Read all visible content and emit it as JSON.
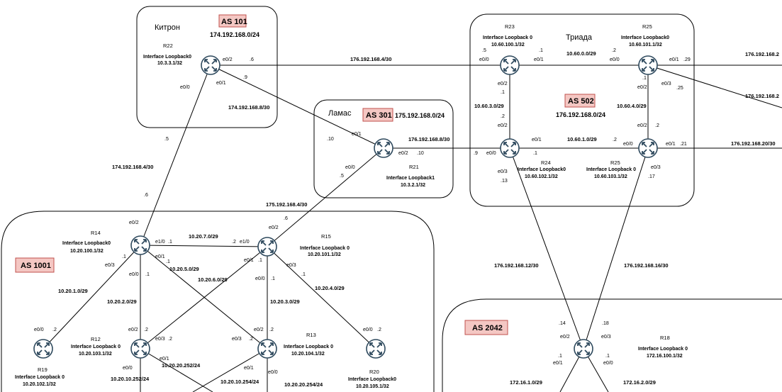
{
  "groups": {
    "kitron": {
      "name": "Китрон",
      "as": "AS 101",
      "net": "174.192.168.0/24"
    },
    "lamas": {
      "name": "Ламас",
      "as": "AS 301",
      "net": "175.192.168.0/24"
    },
    "triada": {
      "name": "Триада",
      "as": "AS 502",
      "net": "176.192.168.0/24"
    },
    "as1001": {
      "as": "AS 1001"
    },
    "as2042": {
      "as": "AS 2042"
    }
  },
  "routers": {
    "r22": {
      "name": "R22",
      "lo1": "Interface Loopback0",
      "lo2": "10.3.3.1/32"
    },
    "r21": {
      "name": "R21",
      "lo1": "Interface Loopback1",
      "lo2": "10.3.2.1/32"
    },
    "r23": {
      "name": "R23",
      "lo1": "Interface Loopback 0",
      "lo2": "10.60.100.1/32"
    },
    "r25a": {
      "name": "R25",
      "lo1": "Interface Loopback0",
      "lo2": "10.60.101.1/32"
    },
    "r24": {
      "name": "R24",
      "lo1": "Interface Loopback0",
      "lo2": "10.60.102.1/32"
    },
    "r25b": {
      "name": "R25",
      "lo1": "Interface Loopback 0",
      "lo2": "10.60.103.1/32"
    },
    "r14": {
      "name": "R14",
      "lo1": "Interface Loopback0",
      "lo2": "10.20.100.1/32"
    },
    "r15": {
      "name": "R15",
      "lo1": "Interface Loopback 0",
      "lo2": "10.20.101.1/32"
    },
    "r12": {
      "name": "R12",
      "lo1": "Interface Loopback 0",
      "lo2": "10.20.103.1/32"
    },
    "r13": {
      "name": "R13",
      "lo1": "Interface Loopback 0",
      "lo2": "10.20.104.1/32"
    },
    "r19": {
      "name": "R19",
      "lo1": "Interface Loopback 0",
      "lo2": "10.20.102.1/32"
    },
    "r20": {
      "name": "R20",
      "lo1": "Interface Loopback0",
      "lo2": "10.20.105.1/32"
    },
    "r18": {
      "name": "R18",
      "lo1": "Interface Loopback 0",
      "lo2": "172.16.100.1/32"
    }
  },
  "subnets": {
    "s1": "176.192.168.4/30",
    "s2": "174.192.168.8/30",
    "s3": "174.192.168.4/30",
    "s4": "176.192.168.8/30",
    "s5": "175.192.168.4/30",
    "s6": "10.60.0.0/29",
    "s7": "10.60.3.0/29",
    "s8": "10.60.4.0/29",
    "s9": "10.60.1.0/29",
    "s10": "176.192.168.2",
    "s11": "176.192.168.2",
    "s12": "176.192.168.20/30",
    "s13": "176.192.168.12/30",
    "s14": "176.192.168.16/30",
    "s15": "10.20.7.0/29",
    "s16": "10.20.5.0/29",
    "s17": "10.20.6.0/29",
    "s18": "10.20.1.0/29",
    "s19": "10.20.2.0/29",
    "s20": "10.20.3.0/29",
    "s21": "10.20.4.0/29",
    "s22": "10.20.20.252/24",
    "s23": "10.20.10.252/24",
    "s24": "10.20.10.254/24",
    "s25": "10.20.20.254/24",
    "s26": "172.16.1.0/29",
    "s27": "172.16.2.0/29"
  },
  "ports": {
    "p1": "e0/2",
    "p2": ".6",
    "p3": "e0/0",
    "p4": "e0/1",
    "p5": ".9",
    "p6": ".5",
    "p7": ".6",
    "p8": "e0/1",
    "p9": ".10",
    "p10": "e0/2",
    "p11": ".10",
    "p12": "e0/0",
    "p13": ".5",
    "p14": ".9",
    "p15": "e0/0",
    "p16": "e0/3",
    "p17": ".13",
    "p18": ".5",
    "p19": "e0/0",
    "p20": ".1",
    "p21": "e0/1",
    "p22": ".2",
    "p23": "e0/0",
    "p24": ".1",
    "p25": "e0/1",
    "p26": ".29",
    "p27": "e0/3",
    "p28": ".25",
    "p29": "e0/2",
    "p30": ".1",
    "p31": ".2",
    "p32": "e0/2",
    "p33": "e0/2",
    "p34": ".2",
    "p35": "e0/1",
    "p36": ".1",
    "p37": ".2",
    "p38": "e0/0",
    "p39": "e0/1",
    "p40": ".21",
    "p41": "e0/3",
    "p42": ".17",
    "p43": "e0/2",
    "p44": "e1/0",
    "p45": ".1",
    "p46": ".1",
    "p47": "e0/3",
    "p48": "e0/1",
    "p49": ".1",
    "p50": "e0/0",
    "p51": ".1",
    "p52": ".6",
    "p53": "e0/2",
    "p54": ".2",
    "p55": "e1/0",
    "p56": "e0/1",
    "p57": ".1",
    "p58": "e0/3",
    "p59": ".1",
    "p60": "e0/0",
    "p61": ".1",
    "p62": "e0/0",
    "p63": ".2",
    "p64": "e0/2",
    "p65": ".2",
    "p66": "e0/3",
    "p67": ".2",
    "p68": "e0/0",
    "p69": "e0/1",
    "p70": "e0/2",
    "p71": ".2",
    "p72": "e0/3",
    "p73": ".2",
    "p74": "e0/1",
    "p75": "e0/0",
    "p76": "e0/0",
    "p77": ".2",
    "p78": ".14",
    "p79": "e0/2",
    "p80": ".18",
    "p81": "e0/3",
    "p82": ".1",
    "p83": "e0/1",
    "p84": ".1",
    "p85": "e0/0"
  }
}
